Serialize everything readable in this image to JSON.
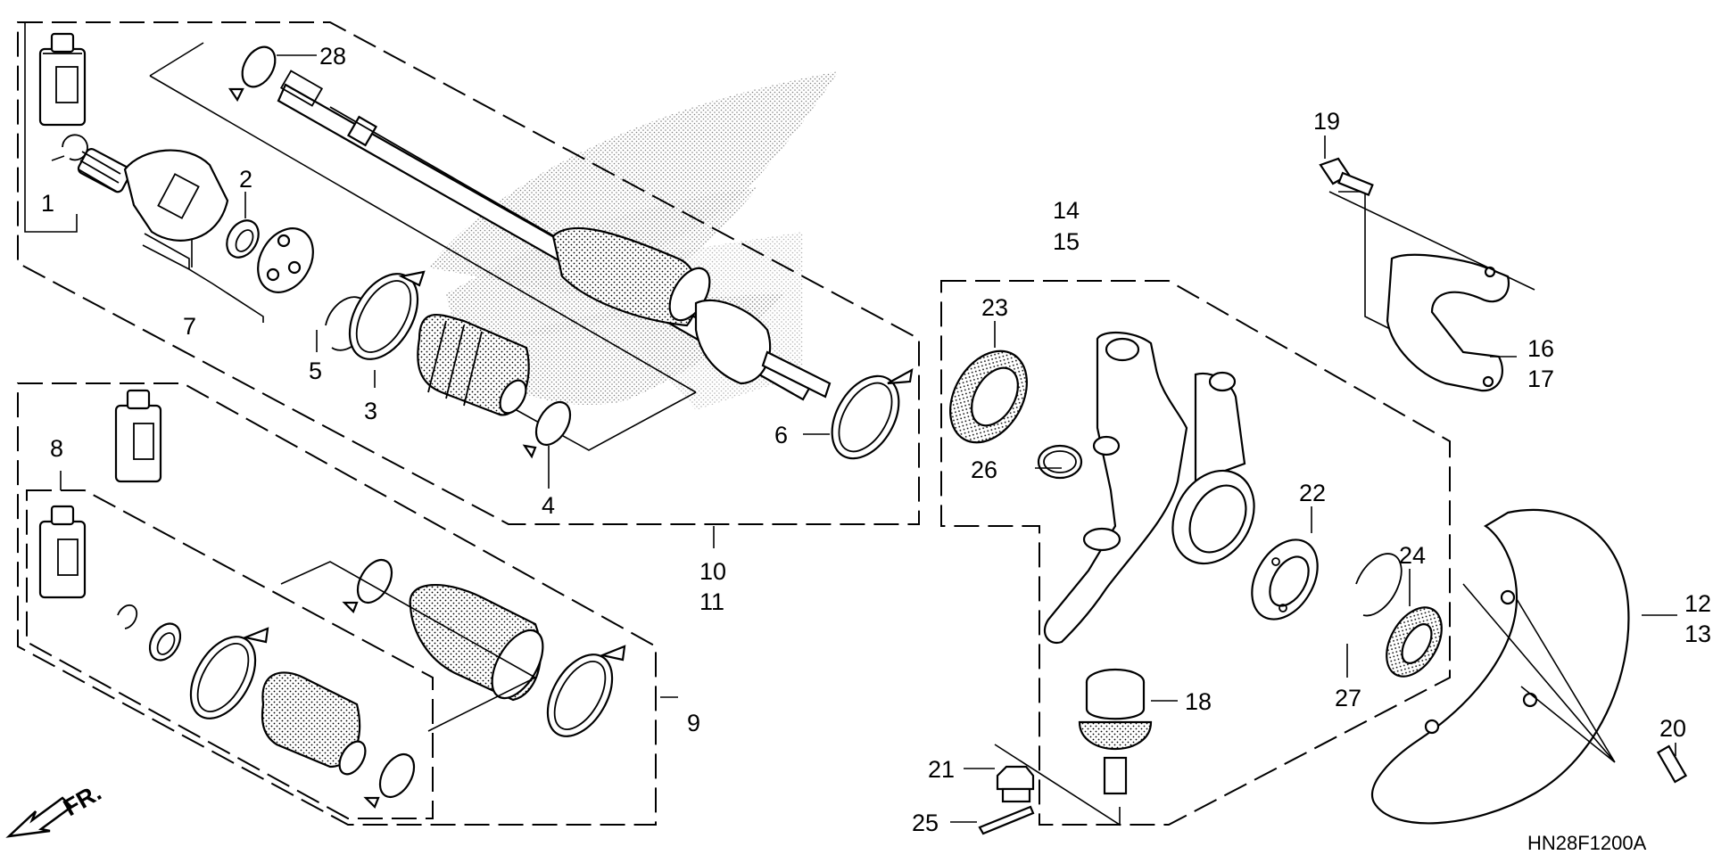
{
  "diagram_code": "HN28F1200A",
  "direction_label": "FR.",
  "callouts": [
    {
      "id": "c1",
      "text": "1"
    },
    {
      "id": "c2",
      "text": "2"
    },
    {
      "id": "c3",
      "text": "3"
    },
    {
      "id": "c4",
      "text": "4"
    },
    {
      "id": "c5",
      "text": "5"
    },
    {
      "id": "c6",
      "text": "6"
    },
    {
      "id": "c7",
      "text": "7"
    },
    {
      "id": "c8",
      "text": "8"
    },
    {
      "id": "c9",
      "text": "9"
    },
    {
      "id": "c10",
      "text": "10"
    },
    {
      "id": "c11",
      "text": "11"
    },
    {
      "id": "c12",
      "text": "12"
    },
    {
      "id": "c13",
      "text": "13"
    },
    {
      "id": "c14",
      "text": "14"
    },
    {
      "id": "c15",
      "text": "15"
    },
    {
      "id": "c16",
      "text": "16"
    },
    {
      "id": "c17",
      "text": "17"
    },
    {
      "id": "c18",
      "text": "18"
    },
    {
      "id": "c19",
      "text": "19"
    },
    {
      "id": "c20",
      "text": "20"
    },
    {
      "id": "c21",
      "text": "21"
    },
    {
      "id": "c22",
      "text": "22"
    },
    {
      "id": "c23",
      "text": "23"
    },
    {
      "id": "c24",
      "text": "24"
    },
    {
      "id": "c25",
      "text": "25"
    },
    {
      "id": "c26",
      "text": "26"
    },
    {
      "id": "c27",
      "text": "27"
    },
    {
      "id": "c28",
      "text": "28"
    }
  ]
}
